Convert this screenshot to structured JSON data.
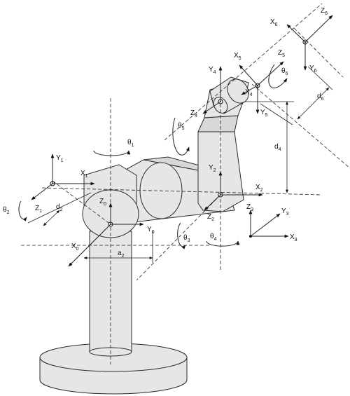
{
  "labels": {
    "Y1": {
      "m": "Y",
      "s": "1"
    },
    "X1": {
      "m": "X",
      "s": "1"
    },
    "Z1": {
      "m": "Z",
      "s": "1"
    },
    "theta2": {
      "m": "θ",
      "s": "2"
    },
    "d2": {
      "m": "d",
      "s": "2"
    },
    "theta1": {
      "m": "θ",
      "s": "1"
    },
    "Z0": {
      "m": "Z",
      "s": "0"
    },
    "Y0": {
      "m": "Y",
      "s": "0"
    },
    "X0": {
      "m": "X",
      "s": "0"
    },
    "a2": {
      "m": "a",
      "s": "2"
    },
    "Y4": {
      "m": "Y",
      "s": "4"
    },
    "Z4": {
      "m": "Z",
      "s": "4"
    },
    "theta5": {
      "m": "θ",
      "s": "5"
    },
    "X4": {
      "m": "X",
      "s": "4"
    },
    "Y5": {
      "m": "Y",
      "s": "5"
    },
    "X5": {
      "m": "X",
      "s": "5"
    },
    "Z5": {
      "m": "Z",
      "s": "5"
    },
    "theta6": {
      "m": "θ",
      "s": "6"
    },
    "X6": {
      "m": "X",
      "s": "6"
    },
    "Z6": {
      "m": "Z",
      "s": "6"
    },
    "Y6": {
      "m": "Y",
      "s": "6"
    },
    "d6": {
      "m": "d",
      "s": "6"
    },
    "d4": {
      "m": "d",
      "s": "4"
    },
    "Y2": {
      "m": "Y",
      "s": "2"
    },
    "X2": {
      "m": "X",
      "s": "2"
    },
    "Z2": {
      "m": "Z",
      "s": "2"
    },
    "theta3": {
      "m": "θ",
      "s": "3"
    },
    "theta4": {
      "m": "θ",
      "s": "4"
    },
    "Z3": {
      "m": "Z",
      "s": "3"
    },
    "Y3": {
      "m": "Y",
      "s": "3"
    },
    "X3": {
      "m": "X",
      "s": "3"
    }
  }
}
